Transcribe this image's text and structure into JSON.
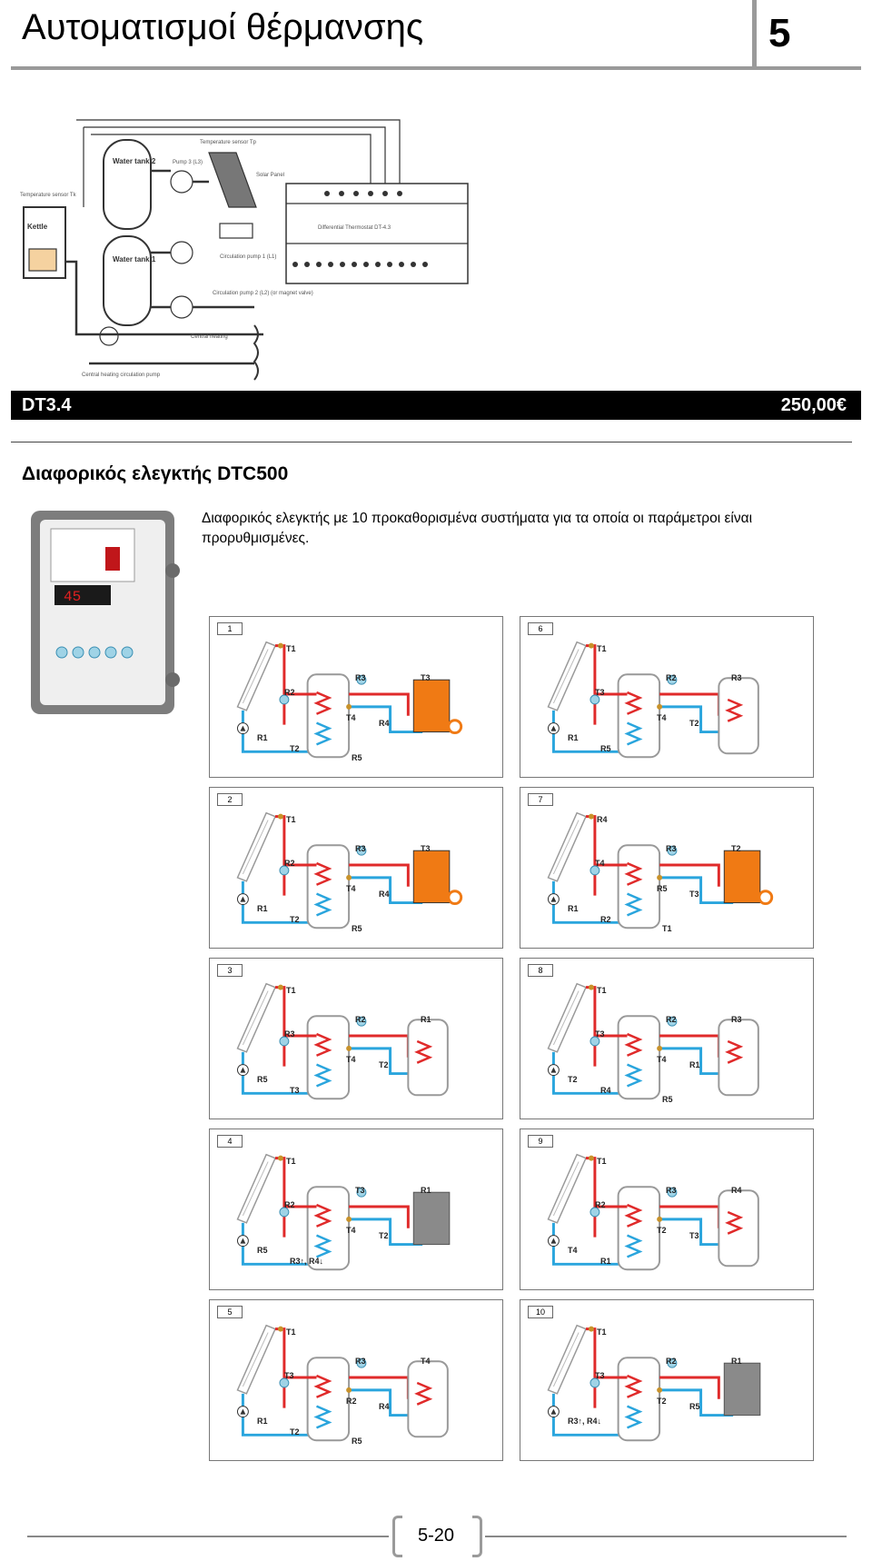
{
  "header": {
    "title": "Αυτοματισμοί θέρμανσης",
    "chapter": "5"
  },
  "product_bar": {
    "code": "DT3.4",
    "price": "250,00€"
  },
  "product": {
    "title": "Διαφορικός ελεγκτής DTC500",
    "description": "Διαφορικός ελεγκτής με 10 προκαθορισμένα συστήματα για τα οποία οι παράμετροι είναι προρυθμισμένες."
  },
  "top_diagram": {
    "labels": {
      "tank2": "Water tank 2",
      "tank1": "Water tank 1",
      "kettle": "Kettle",
      "sensor_tk": "Temperature sensor Tk",
      "sensor_tp": "Temperature sensor Tp",
      "pump3": "Pump 3 (L3)",
      "solar": "Solar Panel",
      "thermostat": "Differential Thermostat DT-4.3",
      "circ1": "Circulation pump 1 (L1)",
      "circ2": "Circulation pump 2 (L2) (or magnet valve)",
      "central": "Central heating",
      "central_pump": "Central heating circulation pump"
    }
  },
  "panels": [
    {
      "num": "1",
      "labels": [
        "T1",
        "R2",
        "R3",
        "T3",
        "T4",
        "R4",
        "R1",
        "T2",
        "R5"
      ]
    },
    {
      "num": "6",
      "labels": [
        "T1",
        "T3",
        "R2",
        "R3",
        "T4",
        "T2",
        "R1",
        "R5"
      ]
    },
    {
      "num": "2",
      "labels": [
        "T1",
        "R2",
        "R3",
        "T3",
        "T4",
        "R4",
        "R1",
        "T2",
        "R5"
      ]
    },
    {
      "num": "7",
      "labels": [
        "R4",
        "T4",
        "R3",
        "T2",
        "R5",
        "T3",
        "R1",
        "R2",
        "T1"
      ]
    },
    {
      "num": "3",
      "labels": [
        "T1",
        "R3",
        "R2",
        "R1",
        "T4",
        "T2",
        "R5",
        "T3"
      ]
    },
    {
      "num": "8",
      "labels": [
        "T1",
        "T3",
        "R2",
        "R3",
        "T4",
        "R1",
        "T2",
        "R4",
        "R5"
      ]
    },
    {
      "num": "4",
      "labels": [
        "T1",
        "R2",
        "T3",
        "R1",
        "T4",
        "T2",
        "R5",
        "R3↑, R4↓"
      ]
    },
    {
      "num": "9",
      "labels": [
        "T1",
        "R2",
        "R3",
        "R4",
        "T2",
        "T3",
        "T4",
        "R1"
      ]
    },
    {
      "num": "5",
      "labels": [
        "T1",
        "T3",
        "R3",
        "T4",
        "R2",
        "R4",
        "R1",
        "T2",
        "R5"
      ]
    },
    {
      "num": "10",
      "labels": [
        "T1",
        "T3",
        "R2",
        "R1",
        "T2",
        "R5",
        "R3↑, R4↓"
      ]
    }
  ],
  "footer": {
    "page": "5-20"
  },
  "colors": {
    "hot": "#e02a2a",
    "cold": "#2aa5dd",
    "boiler": "#f07a14",
    "rule": "#9a9a9a"
  }
}
